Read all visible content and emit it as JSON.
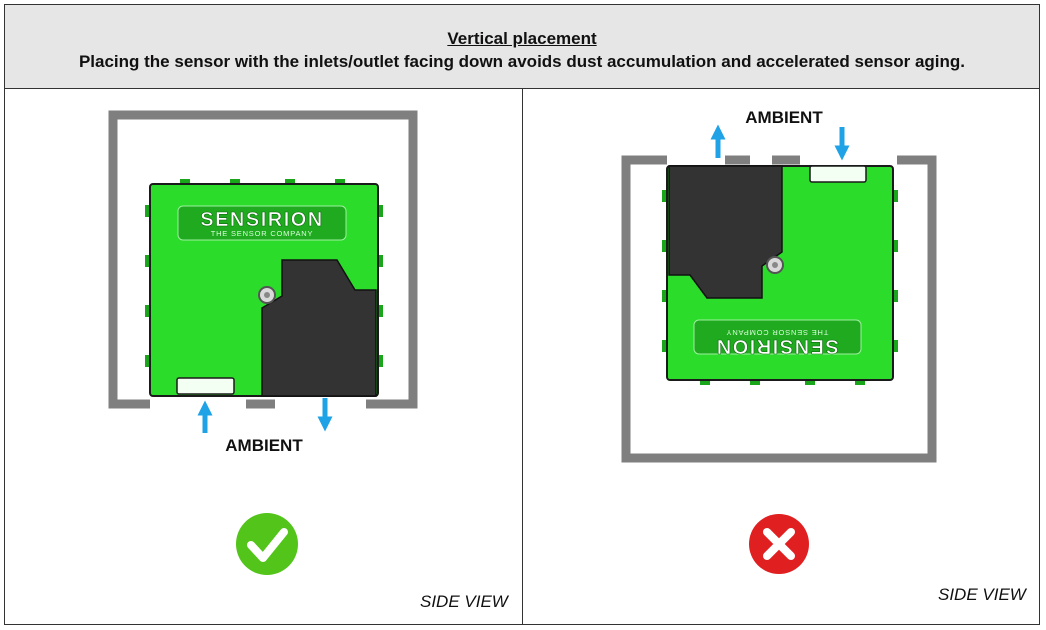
{
  "header": {
    "title": "Vertical placement",
    "subtitle": "Placing the sensor with the inlets/outlet facing down avoids dust accumulation and accelerated sensor aging."
  },
  "left_panel": {
    "ambient_label": "AMBIENT",
    "brand": "SENSIRION",
    "tagline": "THE SENSOR COMPANY",
    "status_icon": "check-icon",
    "side_view": "SIDE VIEW"
  },
  "right_panel": {
    "ambient_label": "AMBIENT",
    "brand": "SENSIRION",
    "tagline": "THE SENSOR COMPANY",
    "status_icon": "cross-icon",
    "side_view": "SIDE VIEW"
  },
  "colors": {
    "sensor_green": "#2bdc2b",
    "sensor_dark": "#333333",
    "enclosure": "#7f7f7f",
    "arrow": "#1fa3e6",
    "ok": "#52c41a",
    "bad": "#e02020"
  }
}
